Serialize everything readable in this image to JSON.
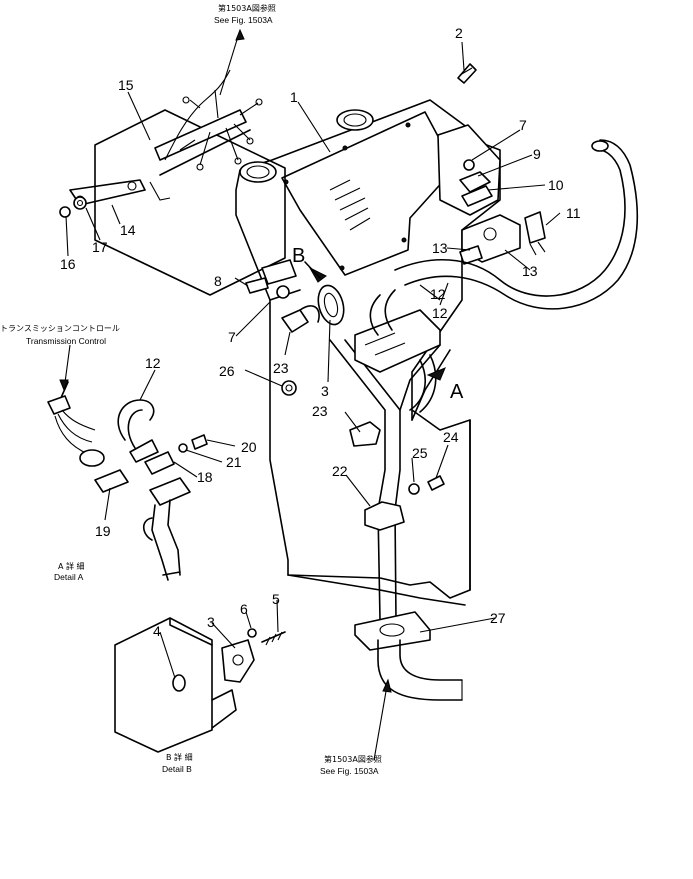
{
  "callouts": {
    "c1": "1",
    "c2": "2",
    "c3a": "3",
    "c3b": "3",
    "c4": "4",
    "c5": "5",
    "c6": "6",
    "c7a": "7",
    "c7b": "7",
    "c8": "8",
    "c9": "9",
    "c10": "10",
    "c11": "11",
    "c12a": "12",
    "c12b": "12",
    "c12c": "12",
    "c13a": "13",
    "c13b": "13",
    "c14": "14",
    "c15": "15",
    "c16": "16",
    "c17": "17",
    "c18": "18",
    "c19": "19",
    "c20": "20",
    "c21": "21",
    "c22": "22",
    "c23a": "23",
    "c23b": "23",
    "c24": "24",
    "c25": "25",
    "c26": "26",
    "c27": "27",
    "viewA": "A",
    "viewB": "B"
  },
  "notes": {
    "top_ref_jp": "第1503A図参照",
    "top_ref_en": "See Fig. 1503A",
    "bottom_ref_jp": "第1503A図参照",
    "bottom_ref_en": "See Fig. 1503A",
    "transmission_jp": "トランスミッションコントロール",
    "transmission_en": "Transmission Control",
    "detail_a_jp": "A 詳 細",
    "detail_a_en": "Detail A",
    "detail_b_jp": "B 詳 細",
    "detail_b_en": "Detail B"
  }
}
